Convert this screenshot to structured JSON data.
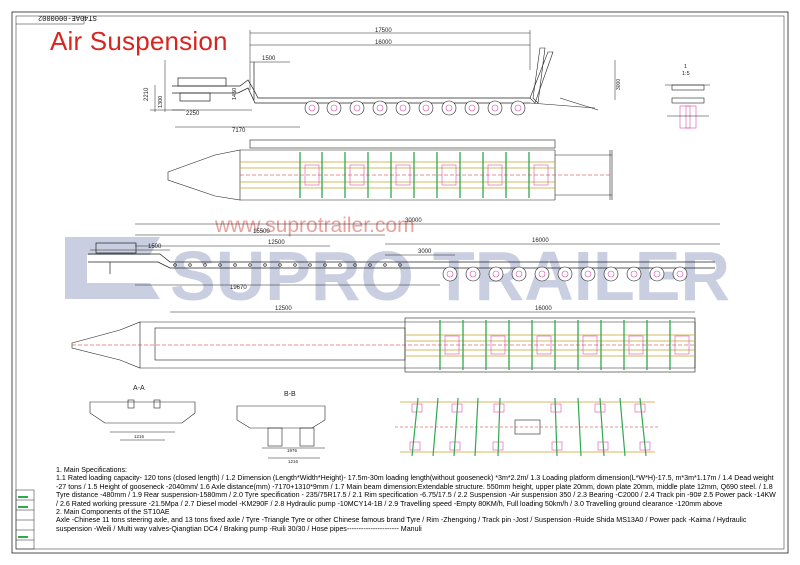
{
  "title": "Air Suspension",
  "doc_number": "ST40AE-0000002",
  "watermark": {
    "url": "www.suprotrailer.com",
    "logo": "SUPRO TRAILER",
    "url_color": "#e9a3a0",
    "logo_color": "#b7bfd8"
  },
  "dimensions": {
    "d17500": "17500",
    "d16000": "16000",
    "d1500": "1500",
    "d2210": "2210",
    "d1300": "1300",
    "d2250": "2250",
    "d7170": "7170",
    "d1450": "1450",
    "d30000": "30000",
    "d15500": "15500",
    "d12500": "12500",
    "d1500b": "1500",
    "d3000": "3000",
    "d16000b": "16000",
    "d19670": "19670",
    "d12500b": "12500",
    "d16000c": "16000",
    "d3000v": "3000",
    "d1976": "1976",
    "d1216": "1216",
    "d1": "1",
    "d15": "1:5"
  },
  "views": {
    "aa": "A-A",
    "bb": "B-B"
  },
  "specs": {
    "heading": "1. Main Specifications:",
    "line1": "1.1 Rated loading capacity- 120 tons (closed length) / 1.2 Dimension (Length*Width*Height)- 17.5m-30m loading length(without gooseneck) *3m*2.2m/ 1.3 Loading platform dimension(L*W*H)-17.5, m*3m*1.17m / 1.4 Dead weight -27 tons / 1.5 Height of gooseneck -2040mm/ 1.6 Axle distance(mm) -7170+1310*9mm / 1.7 Main beam dimension:Extendable structure. 550mm height, upper plate 20mm, down plate 20mm, middle plate 12mm, Q690 steel. / 1.8 Tyre distance -480mm / 1.9 Rear suspension-1580mm / 2.0 Tyre specification - 235/75R17.5 / 2.1 Rim specification -6.75/17.5 / 2.2 Suspension -Air suspension 350 / 2.3 Bearing -C2000 / 2.4 Track pin -90# 2.5 Power pack -14KW / 2.6 Rated working pressure -21.5Mpa / 2.7 Diesel model -KM290F / 2.8 Hydraulic pump -10MCY14-1B / 2.9 Travelling speed -Empty 80KM/h, Full loading 50km/h / 3.0 Travelling ground clearance -120mm above",
    "heading2": "2. Main Components of the ST10AE",
    "line2": "Axle -Chinese 11 tons steering axle, and 13 tons fixed axle / Tyre -Triangle Tyre or other Chinese famous brand Tyre / Rim -Zhengxing  / Track pin -Jost / Suspension -Ruide Shida MS13A0 / Power pack -Kaima / Hydraulic suspension -Weili / Multi way valves-Qiangtian DC4 / Braking pump -Ruili 30/30 / Hose pipes---------------------- Manuli"
  },
  "colors": {
    "line": "#222222",
    "frame_yellow": "#c9a22a",
    "cross_green": "#2fa84f",
    "pink": "#d94fb0",
    "red": "#d8251f",
    "dim_blue": "#3a63c7"
  }
}
